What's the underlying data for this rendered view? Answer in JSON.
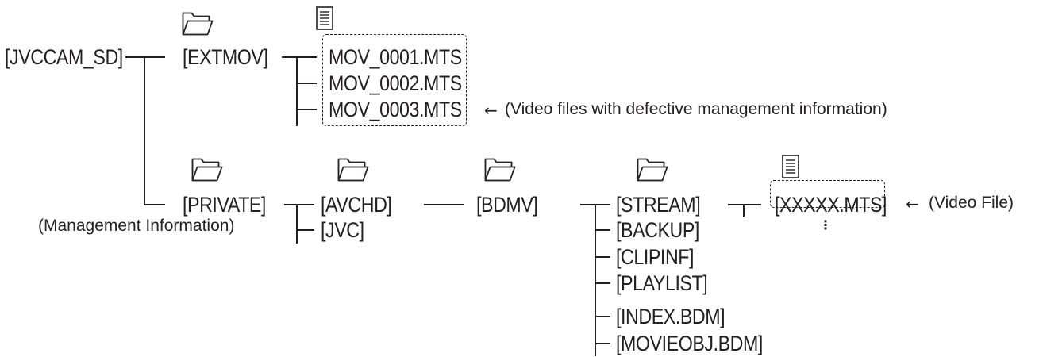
{
  "tree": {
    "root": "[JVCCAM_SD]",
    "extmov": {
      "label": "[EXTMOV]",
      "files": [
        "MOV_0001.MTS",
        "MOV_0002.MTS",
        "MOV_0003.MTS"
      ],
      "note": "(Video files with defective management information)"
    },
    "private": {
      "label": "[PRIVATE]",
      "note": "(Management Information)",
      "jvc": "[JVC]",
      "avchd": "[AVCHD]",
      "bdmv": "[BDMV]",
      "bdmv_children": [
        "[STREAM]",
        "[BACKUP]",
        "[CLIPINF]",
        "[PLAYLIST]",
        "[INDEX.BDM]",
        "[MOVIEOBJ.BDM]"
      ],
      "stream_file": "[XXXXX.MTS]",
      "stream_note": "(Video File)"
    }
  },
  "icons": {
    "folder": "folder-icon",
    "file": "file-icon",
    "arrow": "left-arrow-icon",
    "more": "vertical-ellipsis-icon"
  },
  "colors": {
    "ink": "#231f20",
    "background": "#ffffff"
  }
}
